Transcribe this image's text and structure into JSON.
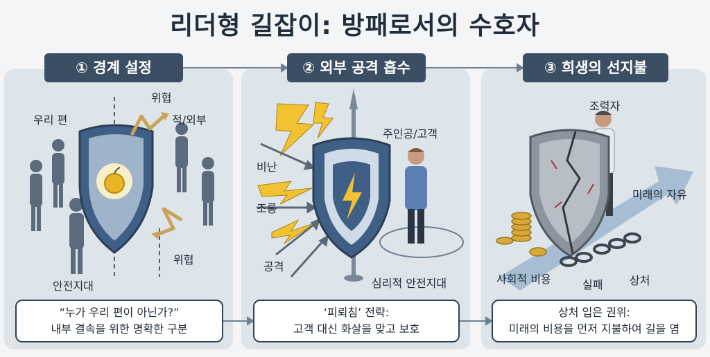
{
  "title": "리더형 길잡이: 방패로서의 수호자",
  "steps": [
    {
      "label": "① 경계 설정",
      "caption_line1": "“누가 우리 편이 아닌가?”",
      "caption_line2": "내부 결속을 위한 명확한 구분",
      "labels": {
        "our_side": "우리 편",
        "threat_top": "위협",
        "enemy": "적/외부",
        "threat_bottom": "위협",
        "safe_zone": "안전지대"
      }
    },
    {
      "label": "② 외부 공격 흡수",
      "caption_line1": "‘피뢰침’ 전략:",
      "caption_line2": "고객 대신 화살을 맞고 보호",
      "labels": {
        "protagonist": "주인공/고객",
        "criticism": "비난",
        "mockery": "조롱",
        "attack": "공격",
        "psych_safe_zone": "심리적 안전지대"
      }
    },
    {
      "label": "③ 희생의 선지불",
      "caption_line1": "상처 입은 권위:",
      "caption_line2": "미래의 비용을 먼저 지불하여 길을 염",
      "labels": {
        "helper": "조력자",
        "future_freedom": "미래의 자유",
        "social_cost": "사회적 비용",
        "failure": "실패",
        "wound": "상처"
      }
    }
  ],
  "colors": {
    "header_bg": "#3c4e63",
    "panel_bg": "#dde4ea",
    "shield_blue": "#3f5f86",
    "bolt_yellow": "#f2c230",
    "arrow_gold": "#c9a35a"
  }
}
